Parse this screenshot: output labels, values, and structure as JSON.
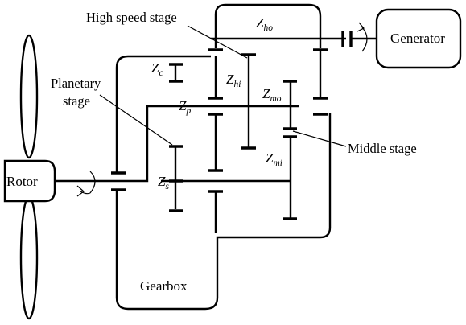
{
  "labels": {
    "rotor": "Rotor",
    "generator": "Generator",
    "gearbox": "Gearbox",
    "high_speed_stage": "High speed stage",
    "planetary_stage_line1": "Planetary",
    "planetary_stage_line2": "stage",
    "middle_stage": "Middle stage"
  },
  "gears": {
    "zc": {
      "base": "Z",
      "sub": "c"
    },
    "zp": {
      "base": "Z",
      "sub": "p"
    },
    "zs": {
      "base": "Z",
      "sub": "s"
    },
    "zhi": {
      "base": "Z",
      "sub": "hi"
    },
    "zho": {
      "base": "Z",
      "sub": "ho"
    },
    "zmo": {
      "base": "Z",
      "sub": "mo"
    },
    "zmi": {
      "base": "Z",
      "sub": "mi"
    }
  }
}
